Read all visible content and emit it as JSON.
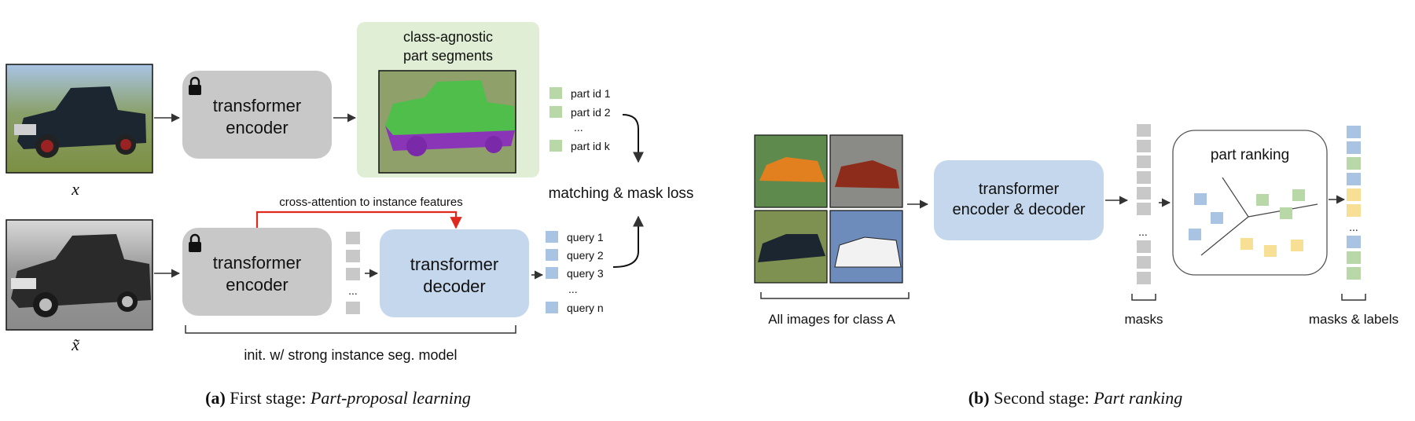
{
  "panel_a": {
    "input_x": "x",
    "input_x_tilde": "x̃",
    "encoder_top": [
      "transformer",
      "encoder"
    ],
    "encoder_bottom": [
      "transformer",
      "encoder"
    ],
    "segments_title": [
      "class-agnostic",
      "part segments"
    ],
    "part_ids": [
      "part id 1",
      "part id 2",
      "...",
      "part id k"
    ],
    "cross_attention": "cross-attention to instance features",
    "decoder": [
      "transformer",
      "decoder"
    ],
    "queries": [
      "query 1",
      "query 2",
      "query 3",
      "...",
      "query n"
    ],
    "loss": "matching & mask loss",
    "feature_ellipsis": "...",
    "init_note": "init. w/ strong instance seg. model",
    "caption_bold": "(a)",
    "caption_text": " First stage: ",
    "caption_italic": "Part-proposal learning"
  },
  "panel_b": {
    "images_label": "All images for class A",
    "enc_dec": [
      "transformer",
      "encoder & decoder"
    ],
    "masks_ellipsis": "...",
    "masks_label": "masks",
    "ranking_title": "part ranking",
    "labels_ellipsis": "...",
    "labels_label": "masks & labels",
    "caption_bold": "(b)",
    "caption_text": " Second stage: ",
    "caption_italic": "Part ranking"
  },
  "colors": {
    "gray_box": "#c8c8c8",
    "blue_box": "#c5d7ec",
    "green_bg": "#dfeed4",
    "part_green": "#b9d8a8",
    "query_blue": "#a9c3e3",
    "cross_attn_red": "#e0281c",
    "label_yellow": "#f7df95"
  }
}
